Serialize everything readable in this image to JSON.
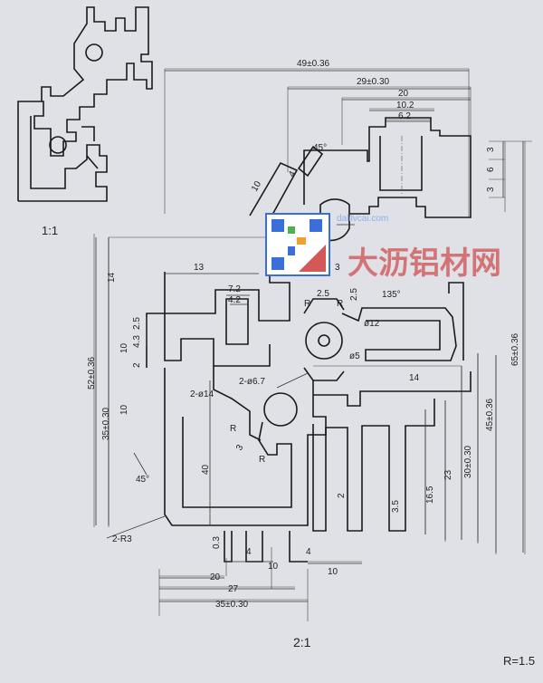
{
  "colors": {
    "paper": "#dfe1e7",
    "ink": "#1a1a1a",
    "watermark_red": "#cc3b3b",
    "qr_blue": "#3a6fd8"
  },
  "scale_small": "1:1",
  "scale_large": "2:1",
  "radius_note": "R=1.5",
  "watermark": {
    "text": "大沥铝材网",
    "url": "dalilvcai.com"
  },
  "dimensions": {
    "d49": "49±0.36",
    "d29": "29±0.30",
    "d20_top": "20",
    "d10_2": "10.2",
    "d6_2": "6.2",
    "d3_a": "3",
    "d6_r": "6",
    "d3_b": "3",
    "d45deg_top": "45°",
    "d4_top": "4",
    "d10_slant": "10",
    "d3_mid": "3",
    "d13": "13",
    "d7_2": "7.2",
    "d4_2": "4.2",
    "d2_5a": "2.5",
    "d2_5b": "2.5",
    "dR_a": "R",
    "dR_b": "R",
    "d135deg": "135°",
    "d_phi12": "ø12",
    "d_phi5": "ø5",
    "d2_5_left": "2.5",
    "d4_3": "4.3",
    "d10_left": "10",
    "d2_left": "2",
    "d14_left": "14",
    "d52": "52±0.36",
    "d35_left": "35±0.30",
    "d10_lower": "10",
    "d2_phi6_7": "2-ø6.7",
    "d2_phi14": "2-ø14",
    "d14_right": "14",
    "dR_c": "R",
    "d3_low": "3",
    "dR_d": "R",
    "d40": "40",
    "d45deg_low": "45°",
    "d2_R3": "2-R3",
    "d0_3": "0.3",
    "d4_a": "4",
    "d4_b": "4",
    "d2_small": "2",
    "d3_5": "3.5",
    "d16_5": "16.5",
    "d23": "23",
    "d30": "30±0.30",
    "d45_right": "45±0.36",
    "d65": "65±0.36",
    "d20_bot": "20",
    "d10_bot_a": "10",
    "d10_bot_b": "10",
    "d27": "27",
    "d35_bot": "35±0.30"
  }
}
